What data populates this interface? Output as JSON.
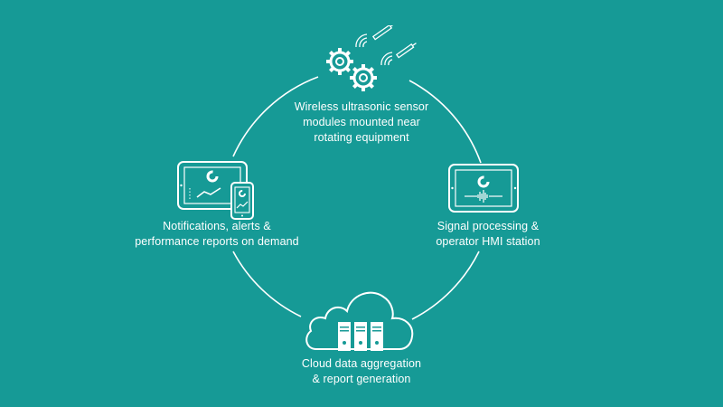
{
  "diagram": {
    "accent_color": "#169a96",
    "line_color": "#ffffff",
    "nodes": [
      {
        "id": "sensors",
        "icon": "gears-with-wireless-sensors-icon",
        "lines": [
          "Wireless ultrasonic sensor",
          "modules mounted near",
          "rotating equipment"
        ]
      },
      {
        "id": "hmi",
        "icon": "tablet-waveform-icon",
        "lines": [
          "Signal processing &",
          "operator HMI station"
        ]
      },
      {
        "id": "cloud",
        "icon": "cloud-servers-icon",
        "lines": [
          "Cloud data aggregation",
          "& report generation"
        ]
      },
      {
        "id": "reports",
        "icon": "tablet-and-phone-charts-icon",
        "lines": [
          "Notifications, alerts &",
          "performance reports on demand"
        ]
      }
    ]
  }
}
